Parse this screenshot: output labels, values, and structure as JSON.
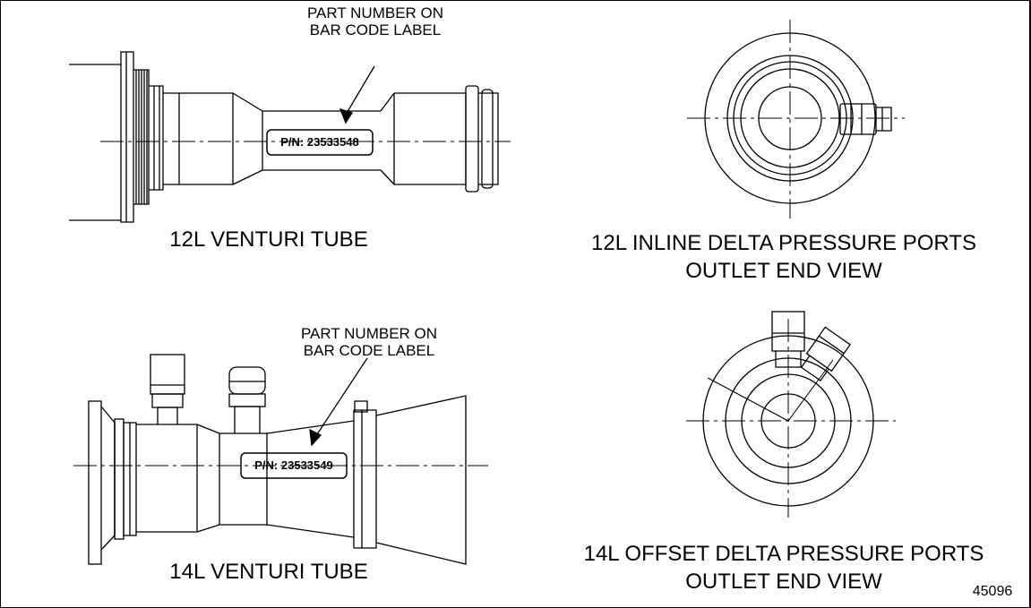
{
  "views": {
    "v12_tube": {
      "title": "12L VENTURI TUBE",
      "callout_line1": "PART NUMBER ON",
      "callout_line2": "BAR CODE LABEL",
      "part_number": "P/N: 23533548"
    },
    "v12_end": {
      "title_line1": "12L INLINE DELTA PRESSURE PORTS",
      "title_line2": "OUTLET END VIEW"
    },
    "v14_tube": {
      "title": "14L VENTURI TUBE",
      "callout_line1": "PART NUMBER ON",
      "callout_line2": "BAR CODE LABEL",
      "part_number": "P/N: 23533549"
    },
    "v14_end": {
      "title_line1": "14L OFFSET DELTA PRESSURE PORTS",
      "title_line2": "OUTLET END VIEW"
    }
  },
  "figure_number": "45096",
  "colors": {
    "line": "#000000",
    "background": "#ffffff"
  }
}
